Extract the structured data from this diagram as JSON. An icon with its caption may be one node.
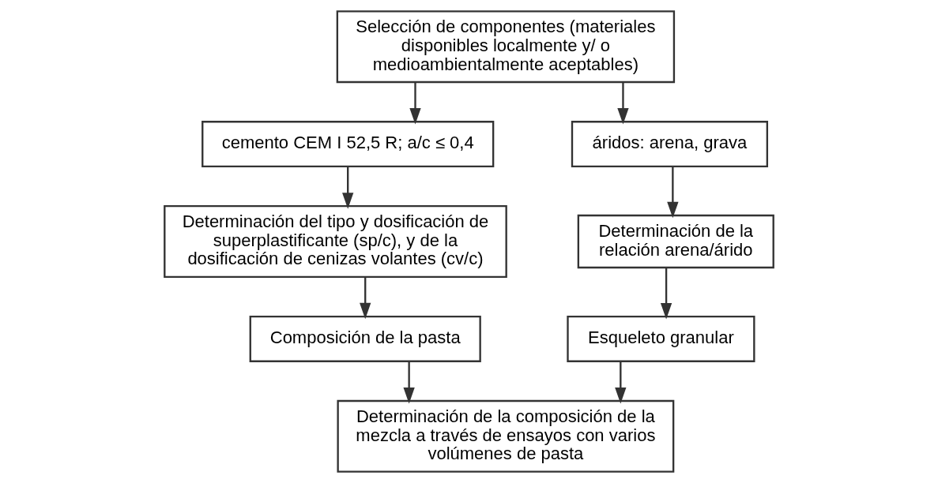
{
  "diagram": {
    "nodes": [
      {
        "text": [
          "Selección de componentes (materiales disponibles localmente y/ o medioambientalmente aceptables)"
        ]
      },
      {
        "text": [
          "cemento CEM I 52,5 R; a/c ≤ 0,4"
        ]
      },
      {
        "text": [
          "Determinación del tipo y dosificación de superplastificante (sp/c), y de la dosificación de cenizas volantes (cv/c)"
        ]
      },
      {
        "text": [
          "Composición de la pasta"
        ]
      },
      {
        "text": [
          "áridos: arena, grava"
        ]
      },
      {
        "text": [
          "Determinación de la relación arena/árido"
        ]
      },
      {
        "text": [
          "Esqueleto granular"
        ]
      },
      {
        "text": [
          "Determinación de la composición de la mezcla a través de ensayos con varios volúmenes de pasta"
        ]
      }
    ],
    "edges": [
      {
        "from": 0,
        "to": 1,
        "arrow": "to"
      },
      {
        "from": 1,
        "to": 2,
        "arrow": "to"
      },
      {
        "from": 2,
        "to": 3,
        "arrow": "to"
      },
      {
        "from": 3,
        "to": 7,
        "arrow": "to"
      },
      {
        "from": 0,
        "to": 4,
        "arrow": "to"
      },
      {
        "from": 4,
        "to": 5,
        "arrow": "to"
      },
      {
        "from": 5,
        "to": 6,
        "arrow": "to"
      },
      {
        "from": 6,
        "to": 7,
        "arrow": "to"
      }
    ]
  }
}
